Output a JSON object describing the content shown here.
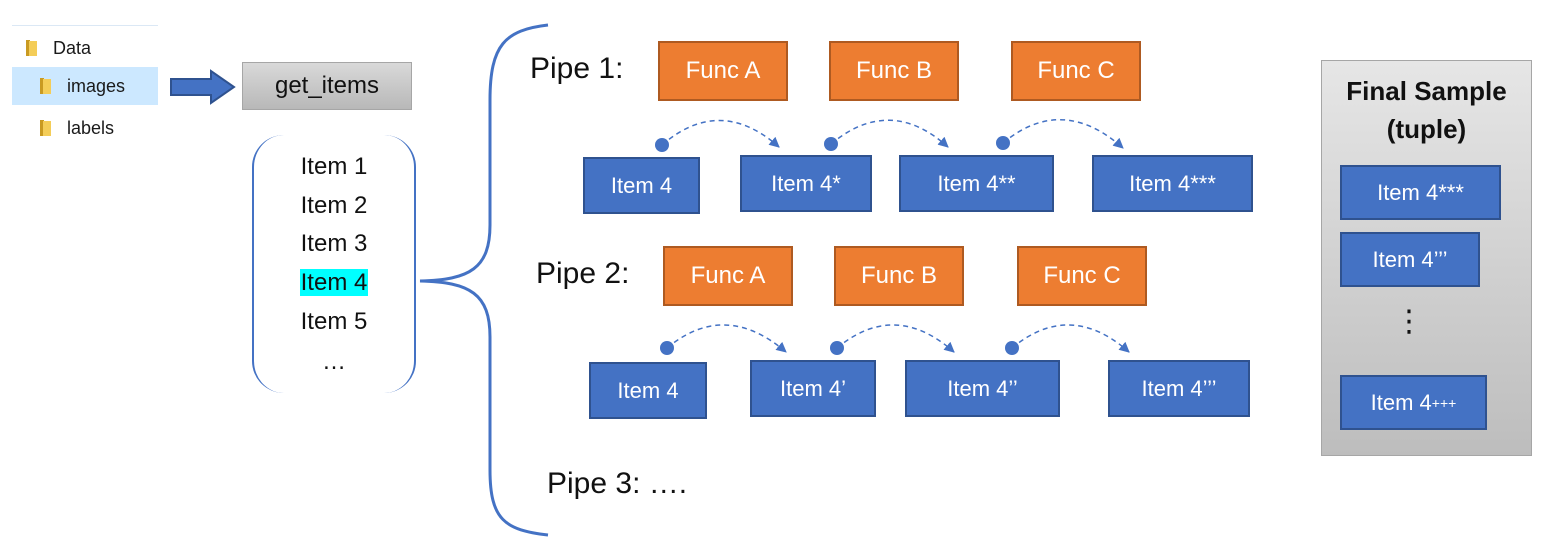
{
  "file_tree": {
    "items": [
      {
        "label": "Data",
        "icon": "folder-icon",
        "selected": false
      },
      {
        "label": "images",
        "icon": "folder-icon",
        "selected": true
      },
      {
        "label": "labels",
        "icon": "folder-icon",
        "selected": false
      }
    ]
  },
  "get_items": {
    "label": "get_items"
  },
  "item_list": {
    "items": [
      "Item 1",
      "Item 2",
      "Item 3",
      "Item 4",
      "Item 5",
      "…"
    ],
    "highlight_index": 3,
    "highlight_color": "#00ffff"
  },
  "pipes": [
    {
      "label": "Pipe 1:",
      "funcs": [
        "Func A",
        "Func B",
        "Func C"
      ],
      "items": [
        "Item 4",
        "Item 4*",
        "Item 4**",
        "Item 4***"
      ]
    },
    {
      "label": "Pipe 2:",
      "funcs": [
        "Func A",
        "Func B",
        "Func C"
      ],
      "items": [
        "Item 4",
        "Item 4’",
        "Item 4’’",
        "Item 4’’’"
      ]
    },
    {
      "label": "Pipe 3: …."
    }
  ],
  "final_sample": {
    "title_line1": "Final Sample",
    "title_line2": "(tuple)",
    "items": [
      "Item 4***",
      "Item 4’’’"
    ],
    "ellipsis": "⋮",
    "last_item_base": "Item 4",
    "last_item_sup": "+++"
  },
  "colors": {
    "func_fill": "#ed7d31",
    "item_fill": "#4472c4",
    "connector": "#4472c4",
    "selected_row": "#cce8ff"
  }
}
